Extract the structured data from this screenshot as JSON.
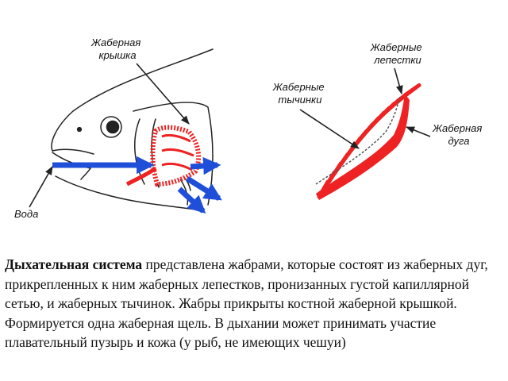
{
  "labels": {
    "operculum": [
      "Жаберная",
      "крышка"
    ],
    "filaments": [
      "Жаберные",
      "лепестки"
    ],
    "rakers": [
      "Жаберные",
      "тычинки"
    ],
    "arch": [
      "Жаберная",
      "дуга"
    ],
    "water": "Вода"
  },
  "caption": {
    "bold": "Дыхательная система",
    "text": " представлена жабрами, которые состоят из жаберных дуг, прикрепленных к ним жаберных лепестков, пронизанных густой капиллярной сетью, и жаберных тычинок. Жабры прикрыты костной жаберной крышкой. Формируется одна жаберная щель. В дыхании может принимать участие плавательный пузырь и кожа (у рыб, не имеющих чешуи)"
  },
  "colors": {
    "gill": "#ee2222",
    "water_arrow": "#1f4fd8",
    "outline": "#222222"
  },
  "icons": [
    "fish-head-outline",
    "water-flow-arrow",
    "gill-arch-drawing"
  ]
}
